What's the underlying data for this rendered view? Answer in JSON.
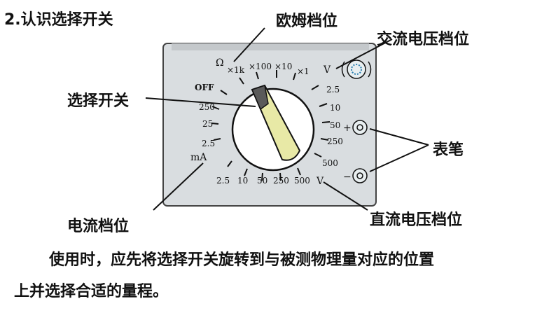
{
  "section_title": "2.认识选择开关",
  "callouts": {
    "ohm_range": "欧姆档位",
    "ac_voltage_range": "交流电压档位",
    "selector_switch": "选择开关",
    "test_leads": "表笔",
    "current_range": "电流档位",
    "dc_voltage_range": "直流电压档位"
  },
  "dial": {
    "ohm_symbol": "Ω",
    "ohm_ticks": [
      "×1k",
      "×100",
      "×10",
      "×1"
    ],
    "off_label": "OFF",
    "left_ticks": [
      "250",
      "25",
      "2.5"
    ],
    "ma_unit": "mA",
    "bottom_ticks": [
      "2.5",
      "10",
      "50",
      "250",
      "500"
    ],
    "dc_v_unit": "V",
    "right_ticks": [
      "2.5",
      "10",
      "50",
      "250",
      "500"
    ],
    "ac_v_unit": "V",
    "plus_sign": "+",
    "minus_sign": "−"
  },
  "paragraph": {
    "line1": "使用时，应先将选择开关旋转到与被测物理量对应的位置",
    "line2": "上并选择合适的量程。"
  }
}
